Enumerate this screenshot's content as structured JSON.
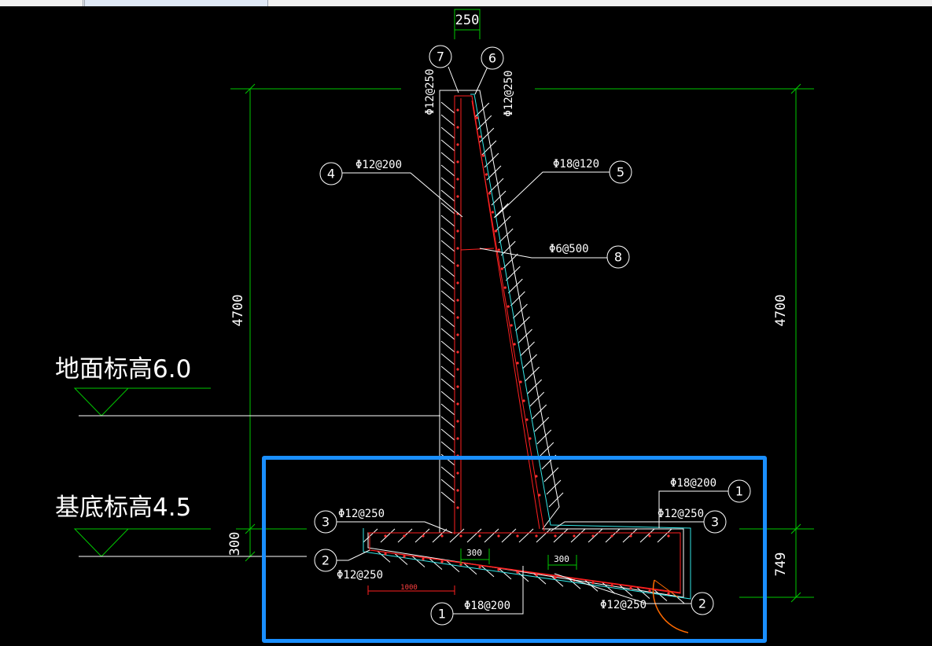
{
  "top_dimension": "250",
  "dimensions": {
    "left_height": "4700",
    "right_height": "4700",
    "base_thickness": "300",
    "right_base": "749",
    "inner_left": "300",
    "inner_right": "300",
    "heel_width": "1000"
  },
  "elevations": {
    "ground": "地面标高6.0",
    "foundation": "基底标高4.5"
  },
  "rebar_marks": [
    {
      "id": "7",
      "label": "Φ12@250"
    },
    {
      "id": "6",
      "label": "Φ12@250"
    },
    {
      "id": "4",
      "label": "Φ12@200"
    },
    {
      "id": "5",
      "label": "Φ18@120"
    },
    {
      "id": "8",
      "label": "Φ6@500"
    },
    {
      "id": "1",
      "label": "Φ18@200"
    },
    {
      "id": "3",
      "label": "Φ12@250"
    },
    {
      "id": "3",
      "label": "Φ12@250"
    },
    {
      "id": "2",
      "label": "Φ12@250"
    },
    {
      "id": "1",
      "label": "Φ18@200"
    },
    {
      "id": "2",
      "label": "Φ12@250"
    }
  ],
  "colors": {
    "background": "#000000",
    "dimension": "#00c800",
    "outline": "#ffffff",
    "rebar": "#ff2020",
    "cover": "#33e6e6",
    "selection": "#1a8fff"
  }
}
